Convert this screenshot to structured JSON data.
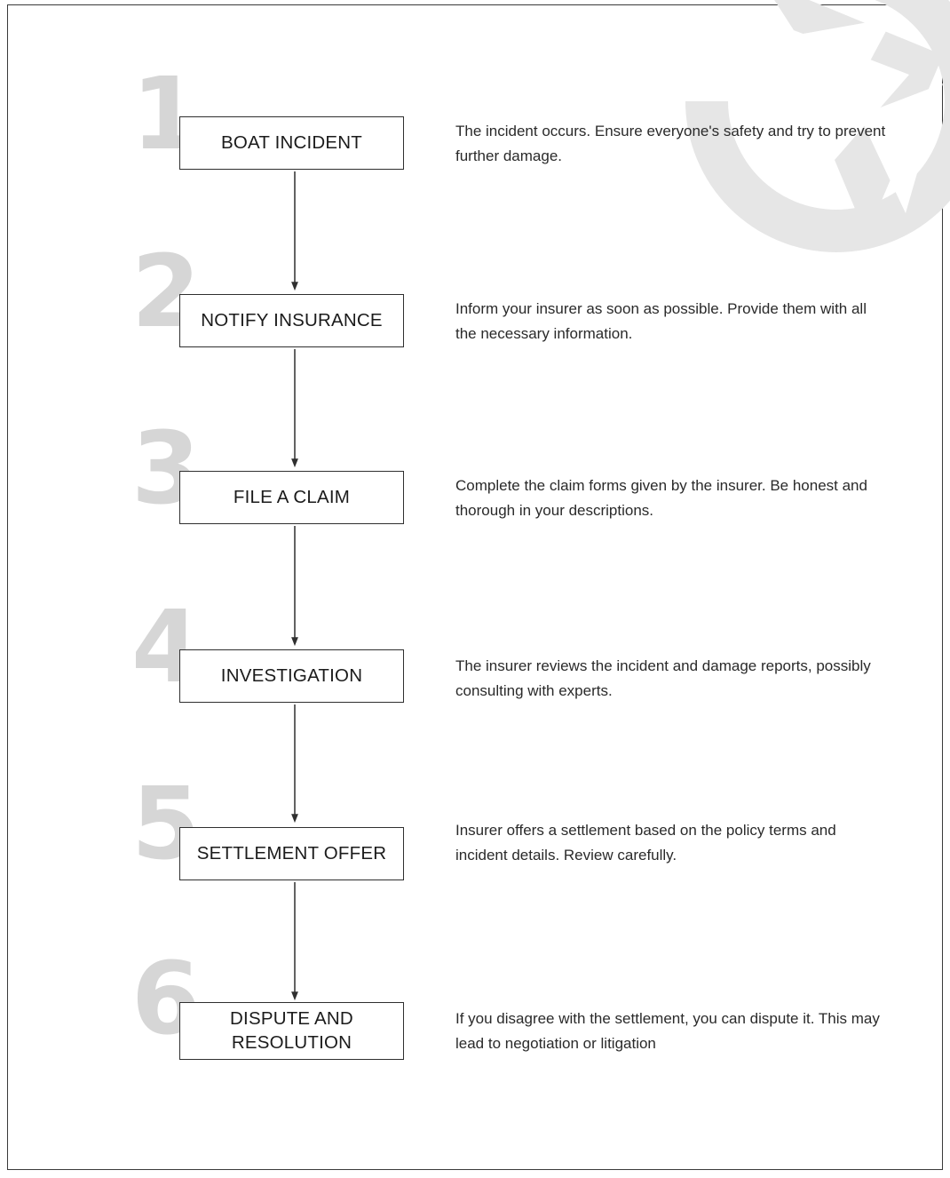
{
  "document": {
    "kind": "process-flowchart",
    "watermark_icon": "brand-logo-watermark",
    "accent_number_color": "#d6d6d6",
    "box_border_color": "#2f2f2f",
    "text_color": "#2a2a2a"
  },
  "steps": [
    {
      "number": "1",
      "title": "BOAT INCIDENT",
      "description": "The incident occurs. Ensure everyone's safety and try to prevent further damage."
    },
    {
      "number": "2",
      "title": "NOTIFY INSURANCE",
      "description": "Inform your insurer as soon as possible. Provide them with all the necessary information."
    },
    {
      "number": "3",
      "title": "FILE A CLAIM",
      "description": "Complete the claim forms given by the insurer. Be honest and thorough in your descriptions."
    },
    {
      "number": "4",
      "title": "INVESTIGATION",
      "description": "The insurer reviews the incident and damage reports, possibly consulting with experts."
    },
    {
      "number": "5",
      "title": "SETTLEMENT OFFER",
      "description": "Insurer offers a settlement based on the policy terms and incident details. Review carefully."
    },
    {
      "number": "6",
      "title": "DISPUTE AND\nRESOLUTION",
      "description": "If you disagree with the settlement, you can dispute it. This may lead to negotiation or litigation"
    }
  ]
}
